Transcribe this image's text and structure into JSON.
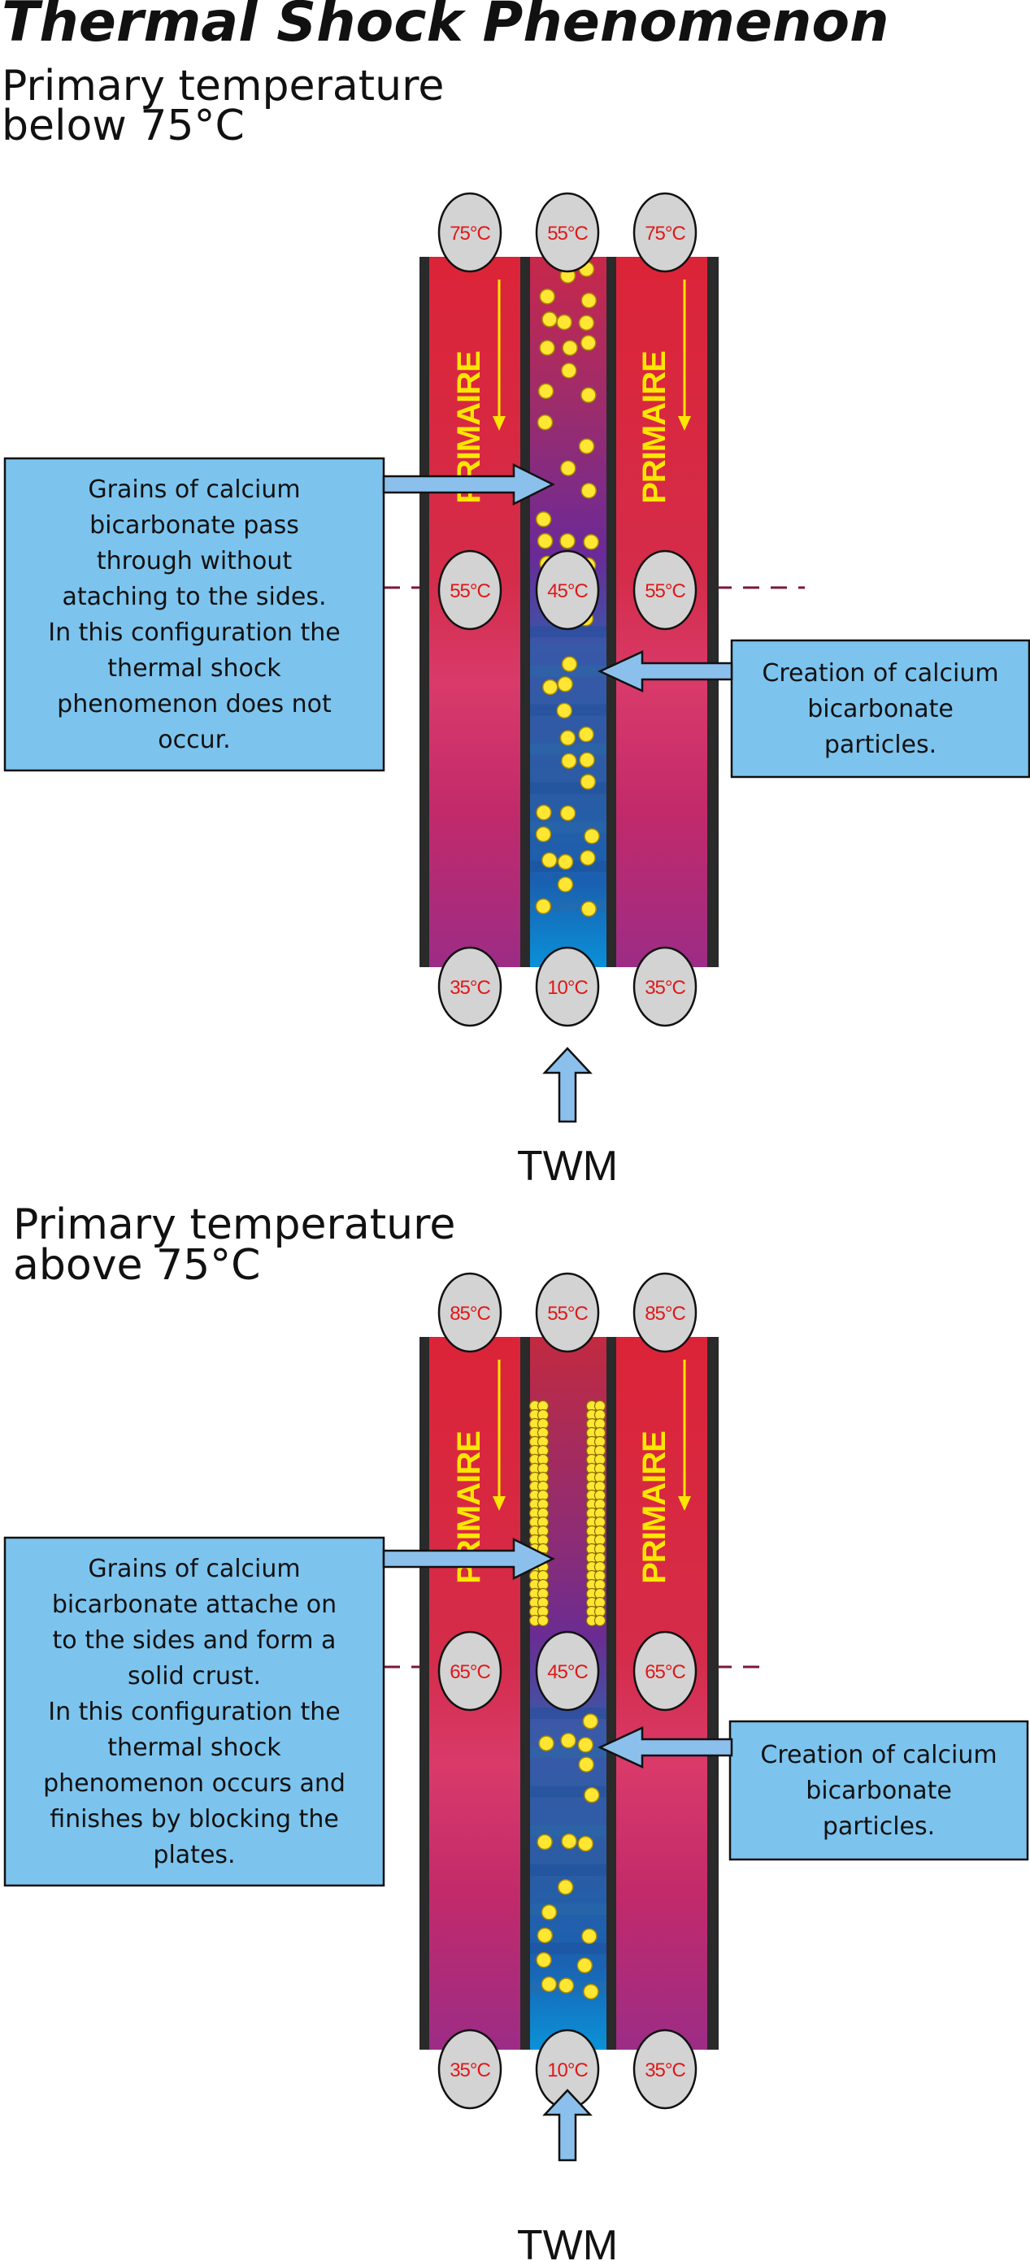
{
  "title": "Thermal Shock Phenomenon",
  "sections": [
    {
      "heading_lines": [
        "Primary temperature",
        "below 75°C"
      ],
      "primary_label": "PRIMAIRE",
      "temps": {
        "top": [
          "75°C",
          "55°C",
          "75°C"
        ],
        "mid": [
          "55°C",
          "45°C",
          "55°C"
        ],
        "bottom": [
          "35°C",
          "10°C",
          "35°C"
        ]
      },
      "left_callout_lines": [
        "Grains of calcium",
        "bicarbonate pass",
        "through without",
        "ataching to the sides.",
        "In this configuration the",
        "thermal shock",
        "phenomenon does not",
        "occur."
      ],
      "right_callout_lines": [
        "Creation of calcium",
        "bicarbonate",
        "particles."
      ],
      "inlet_label": "TWM"
    },
    {
      "heading_lines": [
        "Primary temperature",
        "above 75°C"
      ],
      "primary_label": "PRIMAIRE",
      "temps": {
        "top": [
          "85°C",
          "55°C",
          "85°C"
        ],
        "mid": [
          "65°C",
          "45°C",
          "65°C"
        ],
        "bottom": [
          "35°C",
          "10°C",
          "35°C"
        ]
      },
      "left_callout_lines": [
        "Grains of calcium",
        "bicarbonate attache on",
        "to the sides and form a",
        "solid crust.",
        "In this configuration the",
        "thermal shock",
        "phenomenon occurs and",
        "finishes by blocking the",
        "plates."
      ],
      "right_callout_lines": [
        "Creation of calcium",
        "bicarbonate",
        "particles."
      ],
      "inlet_label": "TWM"
    }
  ],
  "colors": {
    "primary_channel_red": "#dc2a44",
    "primary_channel_purple": "#a02a82",
    "secondary_channel_blue": "#0f8fd6",
    "plate_dark": "#2a2a2a",
    "callout_fill": "#7cc4ee",
    "particle_yellow": "#ffe632",
    "temp_text_red": "#e01818",
    "arrow_blue": "#8cc0ec"
  },
  "icons": [
    "temperature-marker-icon",
    "flow-up-arrow-icon",
    "callout-arrow-icon",
    "particle-icon"
  ]
}
